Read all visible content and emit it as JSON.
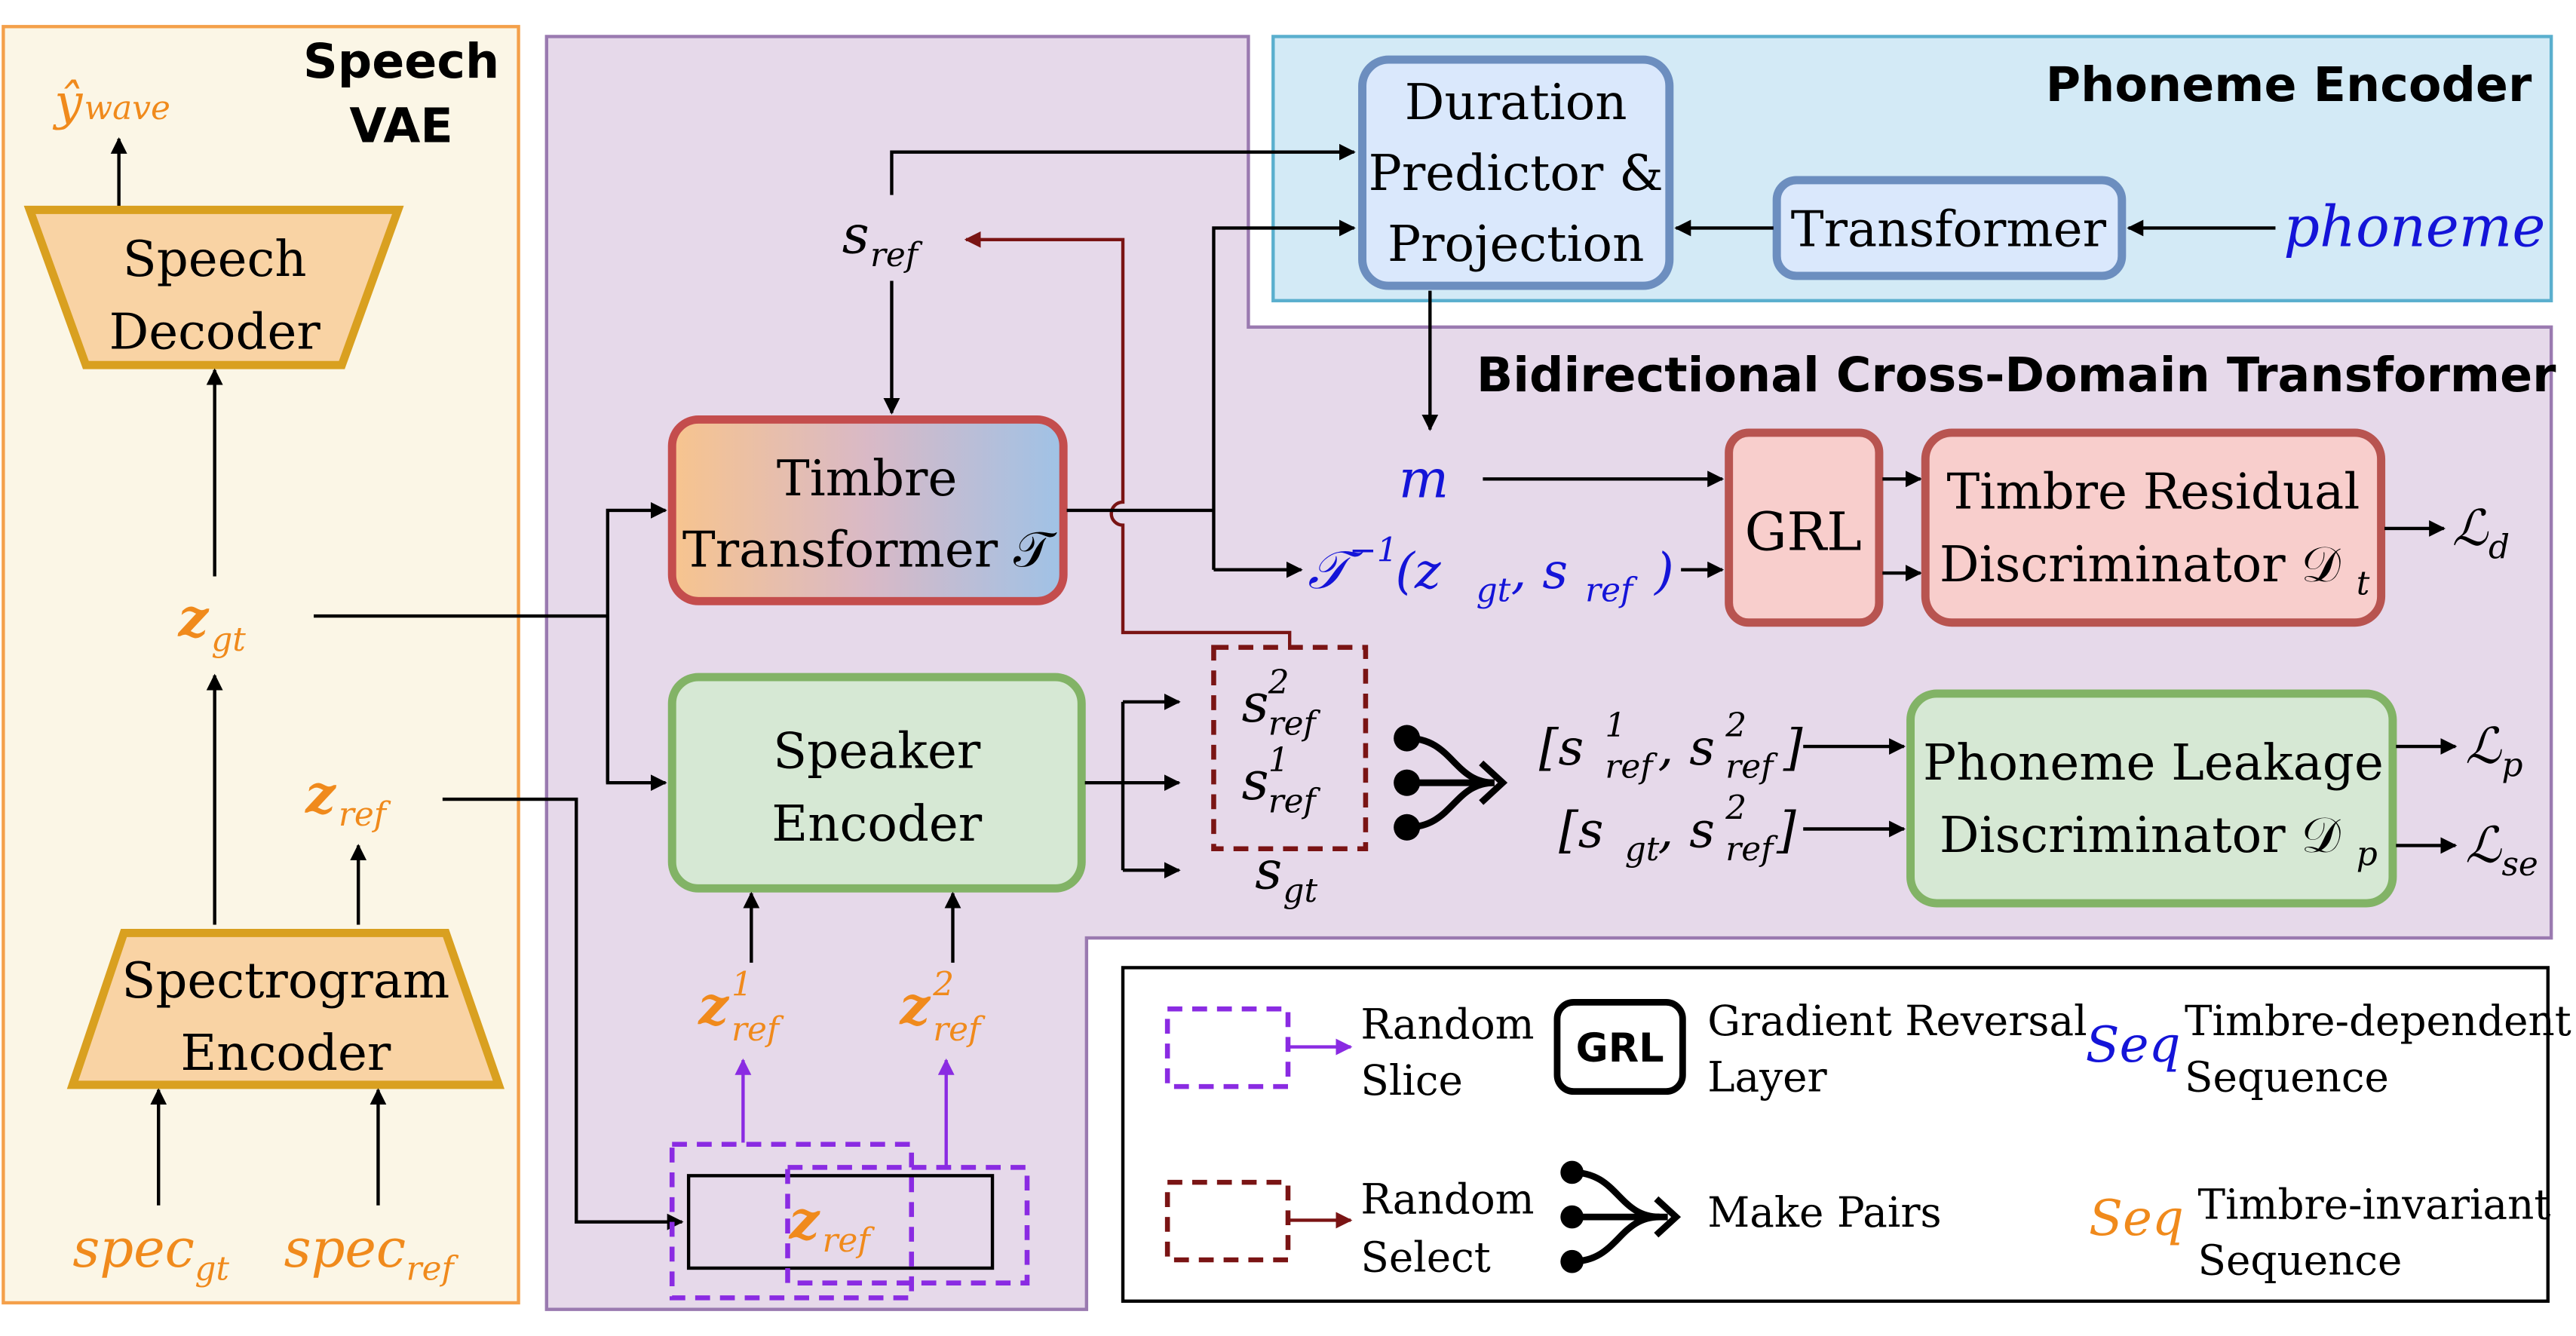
{
  "colors": {
    "orange": "#F08A1C",
    "blue": "#1414D8",
    "purple": "#8A2BE2",
    "darkred": "#7A1414",
    "vae_bg": "#FBF6E6",
    "vae_border": "#F4A04A",
    "purple_bg": "#E6D9EA",
    "purple_border": "#9A7AB0",
    "phoneme_bg": "#D3EAF6",
    "phoneme_border": "#5AAFCE"
  },
  "panels": {
    "speech_vae_line1": "Speech",
    "speech_vae_line2": "VAE",
    "phoneme_encoder": "Phoneme Encoder",
    "bcdt": "Bidirectional Cross-Domain Transformer"
  },
  "blocks": {
    "speech_decoder_l1": "Speech",
    "speech_decoder_l2": "Decoder",
    "spectrogram_encoder_l1": "Spectrogram",
    "spectrogram_encoder_l2": "Encoder",
    "timbre_transformer_l1": "Timbre",
    "timbre_transformer_l2": "Transformer 𝒯",
    "speaker_encoder_l1": "Speaker",
    "speaker_encoder_l2": "Encoder",
    "duration_l1": "Duration",
    "duration_l2": "Predictor &",
    "duration_l3": "Projection",
    "transformer": "Transformer",
    "grl": "GRL",
    "timbre_disc_l1": "Timbre Residual",
    "timbre_disc_l2": "Discriminator 𝒟",
    "timbre_disc_sub": "t",
    "phoneme_disc_l1": "Phoneme Leakage",
    "phoneme_disc_l2": "Discriminator 𝒟",
    "phoneme_disc_sub": "p"
  },
  "symbols": {
    "y_wave": "ŷ",
    "y_wave_sub": "wave",
    "z": "z",
    "gt": "gt",
    "ref": "ref",
    "s": "s",
    "spec": "spec",
    "phoneme": "phoneme",
    "m": "m",
    "sup1": "1",
    "sup2": "2",
    "t_inv": "𝒯",
    "t_inv_sup": "−1",
    "t_inv_args_open": "(z",
    "t_inv_args_mid": ", s",
    "t_inv_args_close": ")",
    "pair1_open": "[s",
    "pair_sep": ", s",
    "pair_close": "]",
    "loss_L": "ℒ",
    "loss_d": "d",
    "loss_p": "p",
    "loss_se": "se"
  },
  "legend": {
    "random_slice_l1": "Random",
    "random_slice_l2": "Slice",
    "random_select_l1": "Random",
    "random_select_l2": "Select",
    "grl_icon": "GRL",
    "grl_l1": "Gradient Reversal",
    "grl_l2": "Layer",
    "make_pairs": "Make Pairs",
    "seq": "Seq",
    "timbre_dep_l1": "Timbre-dependent",
    "timbre_dep_l2": "Sequence",
    "timbre_inv_l1": "Timbre-invariant",
    "timbre_inv_l2": "Sequence"
  }
}
